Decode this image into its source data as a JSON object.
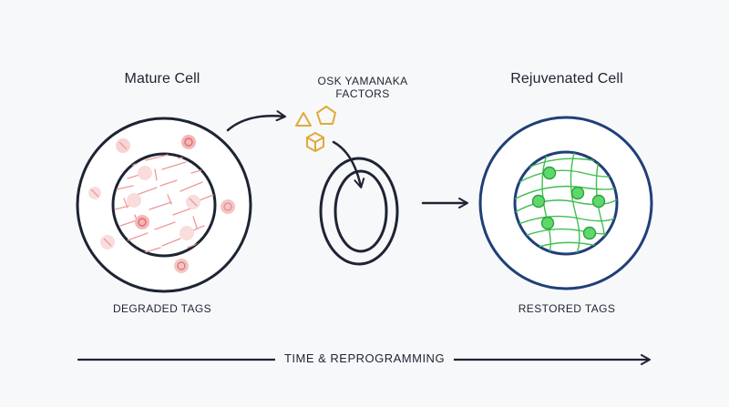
{
  "labels": {
    "mature_cell": "Mature Cell",
    "osk_line1": "OSK YAMANAKA",
    "osk_line2": "FACTORS",
    "rejuvenated_cell": "Rejuvenated Cell",
    "degraded_tags": "DEGRADED TAGS",
    "restored_tags": "RESTORED TAGS",
    "timeline": "TIME & REPROGRAMMING"
  },
  "colors": {
    "ink": "#1d2433",
    "degraded": "#e88a8a",
    "degraded_fill": "#f6d2d2",
    "restored": "#3fbf50",
    "rejuvenated_ring": "#1f3f78",
    "factor": "#e0a93a"
  }
}
